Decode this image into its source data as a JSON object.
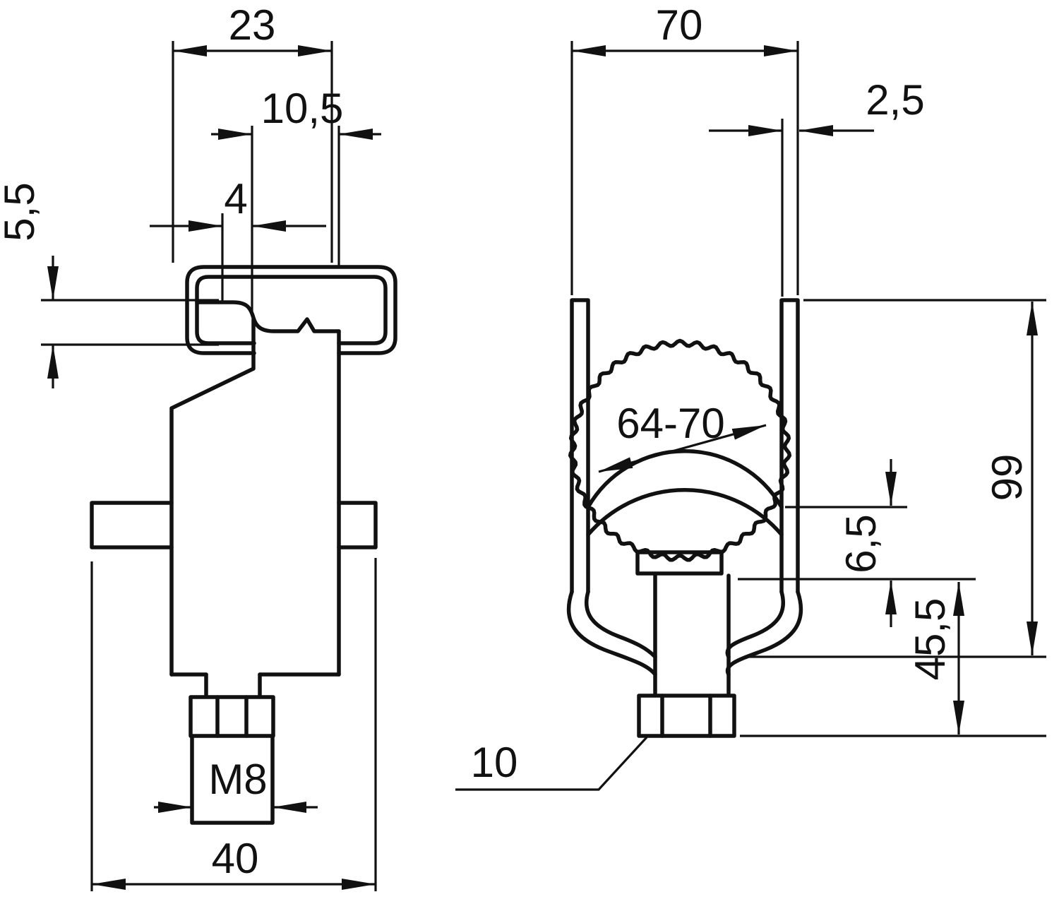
{
  "drawing": {
    "background": "#ffffff",
    "line_color": "#111111",
    "side_view": {
      "dim_head_width": "23",
      "dim_slot_offset": "10,5",
      "dim_tongue_width": "4",
      "dim_lip_height": "5,5",
      "dim_thread": "M8",
      "dim_base_width": "40"
    },
    "front_view": {
      "dim_outer_width": "70",
      "dim_material_thickness": "2,5",
      "dim_clamp_range": "64-70",
      "dim_height": "99",
      "dim_saddle_depth": "6,5",
      "dim_lower_height": "45,5",
      "dim_hex_width": "10"
    }
  }
}
